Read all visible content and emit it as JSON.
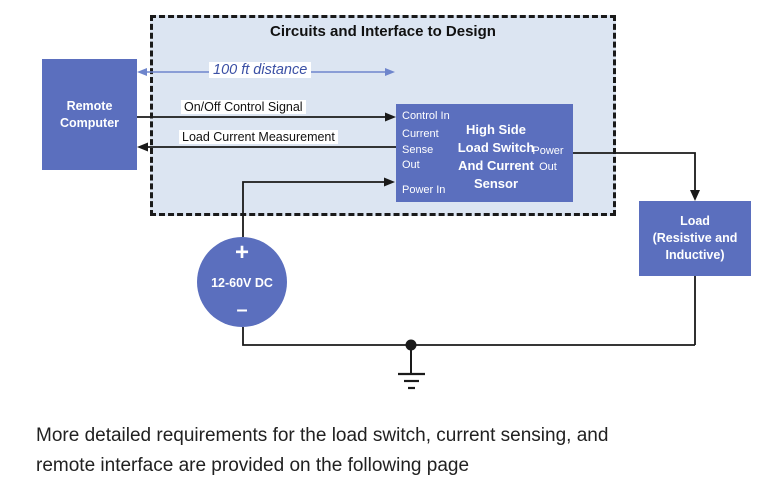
{
  "diagram": {
    "title": "Circuits and Interface to Design",
    "distance_label": "100 ft distance",
    "signals": {
      "control": "On/Off Control Signal",
      "measurement": "Load Current Measurement"
    },
    "blocks": {
      "remote_computer": "Remote Computer",
      "switch": {
        "title_lines": [
          "High Side",
          "Load Switch",
          "And Current",
          "Sensor"
        ],
        "ports": {
          "control_in": "Control In",
          "current_sense_out": "Current Sense Out",
          "power_in": "Power In",
          "power_out": "Power Out"
        }
      },
      "load_lines": [
        "Load",
        "(Resistive and",
        "Inductive)"
      ],
      "source": {
        "plus": "+",
        "label": "12-60V DC",
        "minus": "–"
      }
    },
    "colors": {
      "block_blue": "#5b6fbe",
      "panel_fill": "#dce5f2",
      "wire_black": "#1a1a1a",
      "distance_arrow_blue": "#6e85cc",
      "distance_text_blue": "#3b50a5"
    }
  },
  "caption": "More detailed requirements for the load switch, current sensing, and remote interface are provided on the following page"
}
